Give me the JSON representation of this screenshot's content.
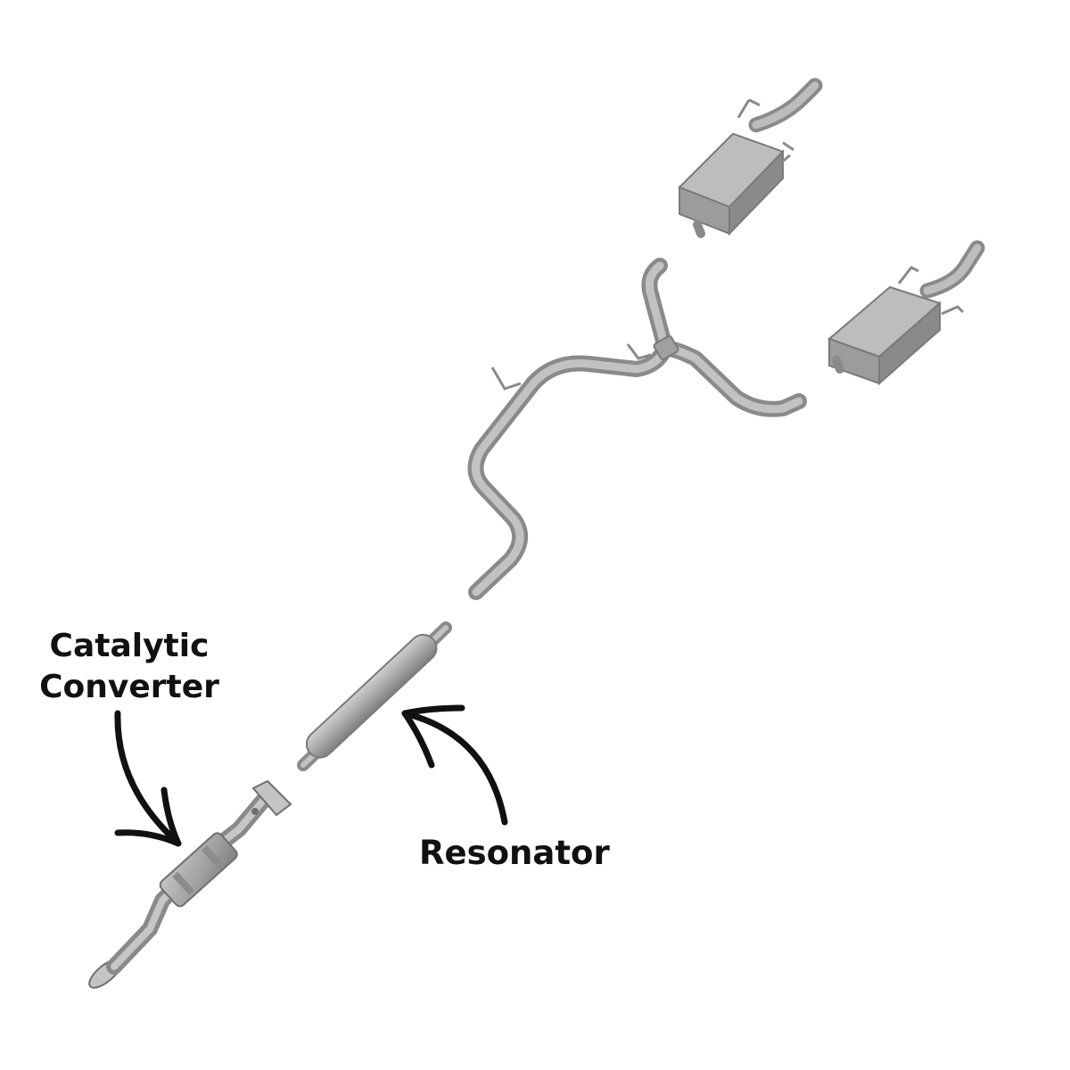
{
  "labels": {
    "catalytic_converter": {
      "line1": "Catalytic",
      "line2": "Converter"
    },
    "resonator": "Resonator"
  },
  "parts": [
    {
      "id": "muffler-upper",
      "name": "muffler-upper"
    },
    {
      "id": "muffler-lower",
      "name": "muffler-lower"
    },
    {
      "id": "y-pipe",
      "name": "y-pipe"
    },
    {
      "id": "resonator",
      "name": "resonator"
    },
    {
      "id": "catalytic-converter",
      "name": "catalytic-converter"
    }
  ],
  "colors": {
    "metal_light": "#b9b9b9",
    "metal_mid": "#9a9a9a",
    "metal_dark": "#6f6f6f",
    "outline": "#7a7a7a",
    "arrow": "#111111",
    "text": "#111111"
  }
}
